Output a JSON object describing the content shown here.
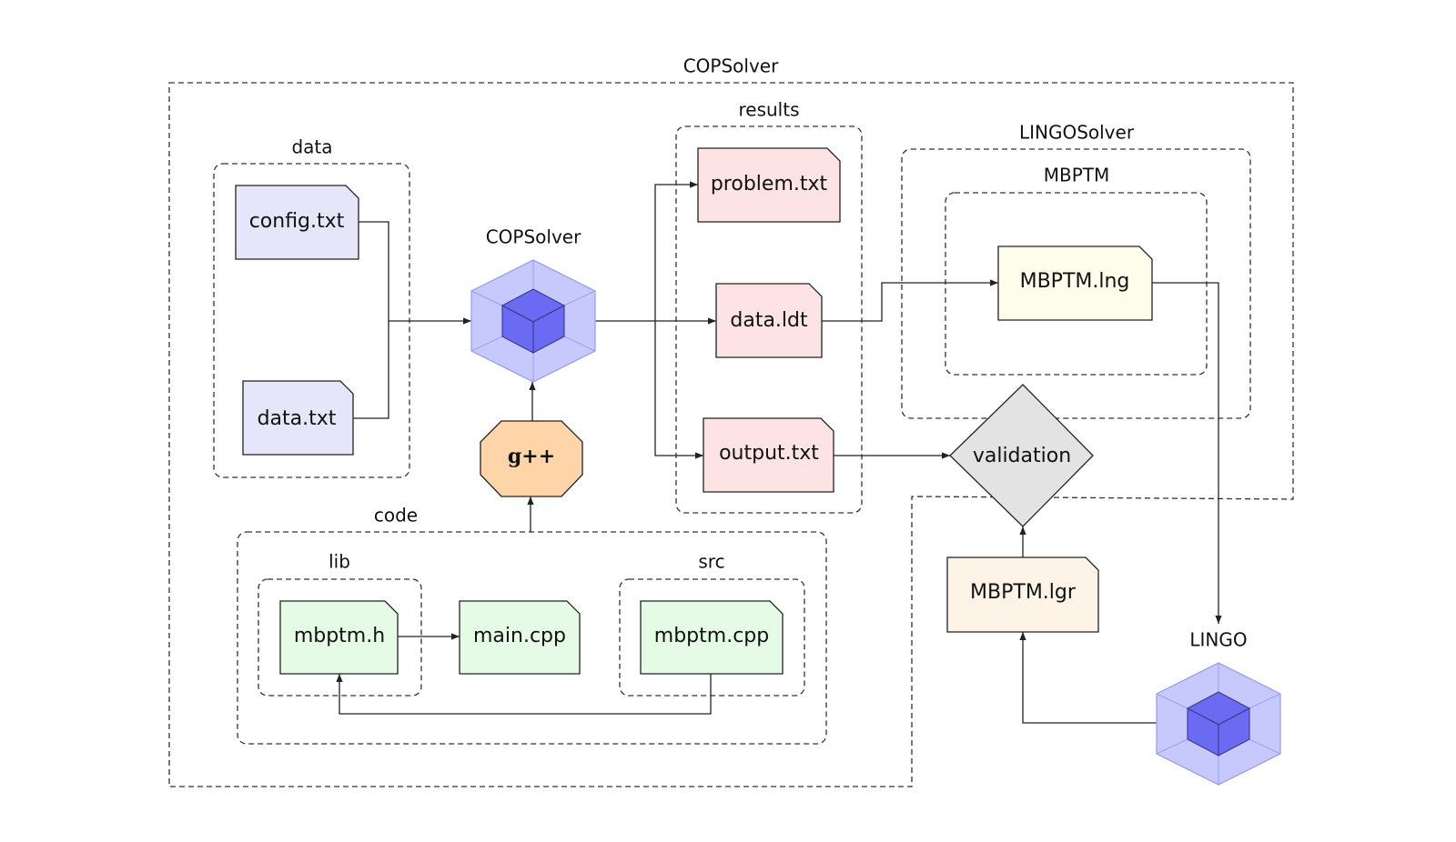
{
  "groups": {
    "copsolver": "COPSolver",
    "data": "data",
    "results": "results",
    "lingosolver": "LINGOSolver",
    "mbptm": "MBPTM",
    "code": "code",
    "lib": "lib",
    "src": "src"
  },
  "nodes": {
    "config_txt": "config.txt",
    "data_txt": "data.txt",
    "copsolver_engine": "COPSolver",
    "gpp": "g++",
    "problem_txt": "problem.txt",
    "data_ldt": "data.ldt",
    "output_txt": "output.txt",
    "mbptm_lng": "MBPTM.lng",
    "validation": "validation",
    "mbptm_lgr": "MBPTM.lgr",
    "lingo_engine": "LINGO",
    "mbptm_h": "mbptm.h",
    "main_cpp": "main.cpp",
    "mbptm_cpp": "mbptm.cpp"
  },
  "colors": {
    "data_files": "#e6e6fa",
    "result_files": "#fde3e3",
    "code_files": "#e6fbe6",
    "lng_file": "#fefcea",
    "lgr_file": "#fdf3e7",
    "compiler": "#fdd5a8",
    "validation": "#e3e3e3",
    "engine_outer": "#c7c9fd",
    "engine_cube": "#6a6af2"
  }
}
